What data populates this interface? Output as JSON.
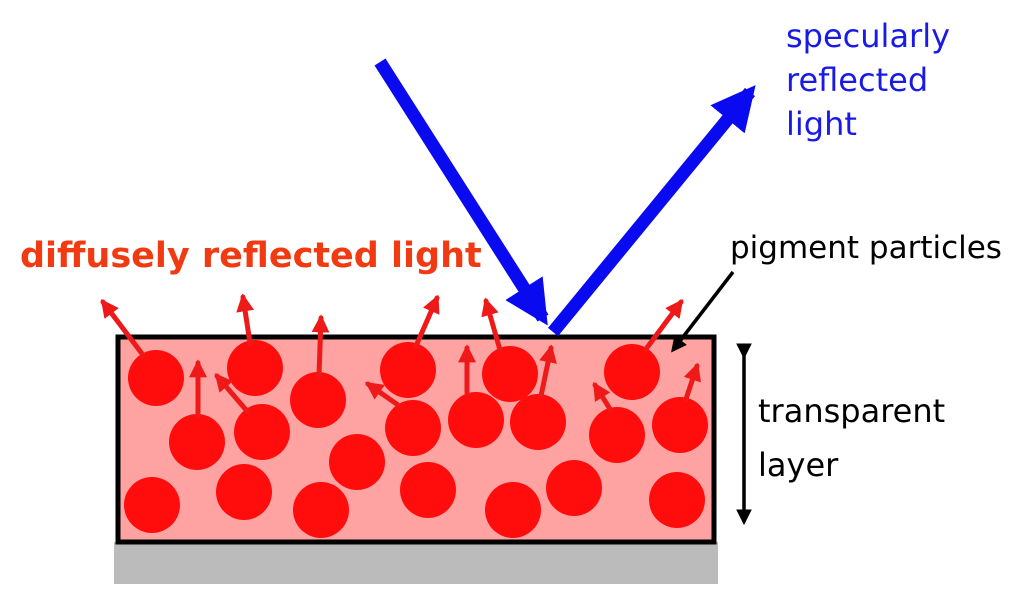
{
  "labels": {
    "specular": [
      "specularly",
      "reflected",
      "light"
    ],
    "diffuse": "diffusely reflected light",
    "pigment": "pigment particles",
    "layer": [
      "transparent",
      "layer"
    ]
  },
  "colors": {
    "incident_beam": "#0a0af0",
    "specular_text": "#1a1ae6",
    "diffuse_text": "#f23a12",
    "diffuse_arrow": "#ee1a1a",
    "particle": "#ff0d0d",
    "layer_fill": "#ffa2a2",
    "layer_border": "#000000",
    "substrate": "#bbbbbb",
    "text": "#000000"
  },
  "icons": {
    "incident_arrow": "arrow-down-right",
    "reflected_arrow": "arrow-up-right",
    "pointer_arrow": "arrow-down-left",
    "thickness_arrow": "double-arrow-vertical"
  }
}
